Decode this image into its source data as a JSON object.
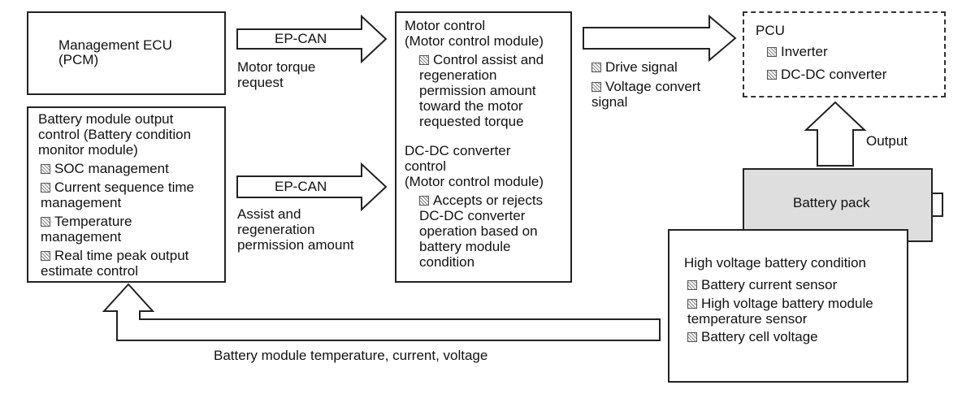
{
  "ecu": {
    "line1": "Management ECU",
    "line2": "(PCM)"
  },
  "arrow_top": {
    "label": "EP-CAN",
    "caption1": "Motor torque",
    "caption2": "request"
  },
  "arrow_mid": {
    "label": "EP-CAN",
    "caption1": "Assist and",
    "caption2": "regeneration",
    "caption3": "permission amount"
  },
  "battery_ctrl": {
    "title1": "Battery module output",
    "title2": "control (Battery condition",
    "title3": "monitor module)",
    "items": [
      {
        "l1": "SOC management",
        "l2": ""
      },
      {
        "l1": "Current sequence time",
        "l2": "management"
      },
      {
        "l1": "Temperature",
        "l2": "management"
      },
      {
        "l1": "Real time peak output",
        "l2": "estimate control"
      }
    ]
  },
  "motor_ctrl": {
    "title1": "Motor control",
    "title2": "(Motor control module)",
    "item_l1": "Control assist and",
    "item_l2": "regeneration",
    "item_l3": "permission amount",
    "item_l4": "toward the motor",
    "item_l5": "requested torque",
    "dcdc_title1": "DC-DC converter",
    "dcdc_title2": "control",
    "dcdc_title3": "(Motor control module)",
    "dcdc_l1": "Accepts or rejects",
    "dcdc_l2": "DC-DC converter",
    "dcdc_l3": "operation based on",
    "dcdc_l4": "battery module",
    "dcdc_l5": "condition"
  },
  "signals": {
    "s1": "Drive signal",
    "s2_l1": "Voltage convert",
    "s2_l2": "signal"
  },
  "pcu": {
    "title": "PCU",
    "item1": "Inverter",
    "item2": "DC-DC converter"
  },
  "output_label": "Output",
  "battery_pack": {
    "label": "Battery pack"
  },
  "hv_condition": {
    "title": "High voltage battery condition",
    "item1": "Battery current sensor",
    "item2_l1": "High voltage battery module",
    "item2_l2": "temperature sensor",
    "item3": "Battery cell voltage"
  },
  "feedback_label": "Battery module temperature, current, voltage"
}
